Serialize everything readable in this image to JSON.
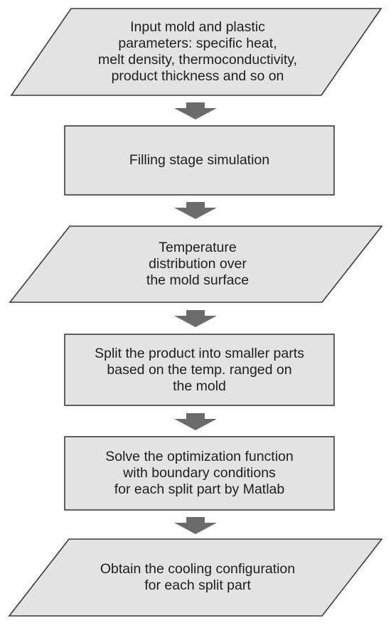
{
  "flowchart": {
    "steps": [
      {
        "shape": "parallelogram",
        "text": "Input mold and plastic\nparameters: specific heat,\nmelt density, thermoconductivity,\nproduct thickness and so on"
      },
      {
        "shape": "rectangle",
        "text": "Filling stage simulation"
      },
      {
        "shape": "parallelogram",
        "text": "Temperature\ndistribution over\nthe mold surface"
      },
      {
        "shape": "rectangle",
        "text": "Split the product into smaller parts\nbased on the temp. ranged on\nthe mold"
      },
      {
        "shape": "rectangle",
        "text": "Solve the optimization function\nwith boundary conditions\nfor each split part by Matlab"
      },
      {
        "shape": "parallelogram",
        "text": "Obtain the cooling configuration\nfor each split part"
      }
    ],
    "colors": {
      "box_fill": "#e3e3e3",
      "box_stroke": "#3a3a3a",
      "arrow_fill": "#6b6b6b",
      "text": "#1e1e1e"
    }
  }
}
